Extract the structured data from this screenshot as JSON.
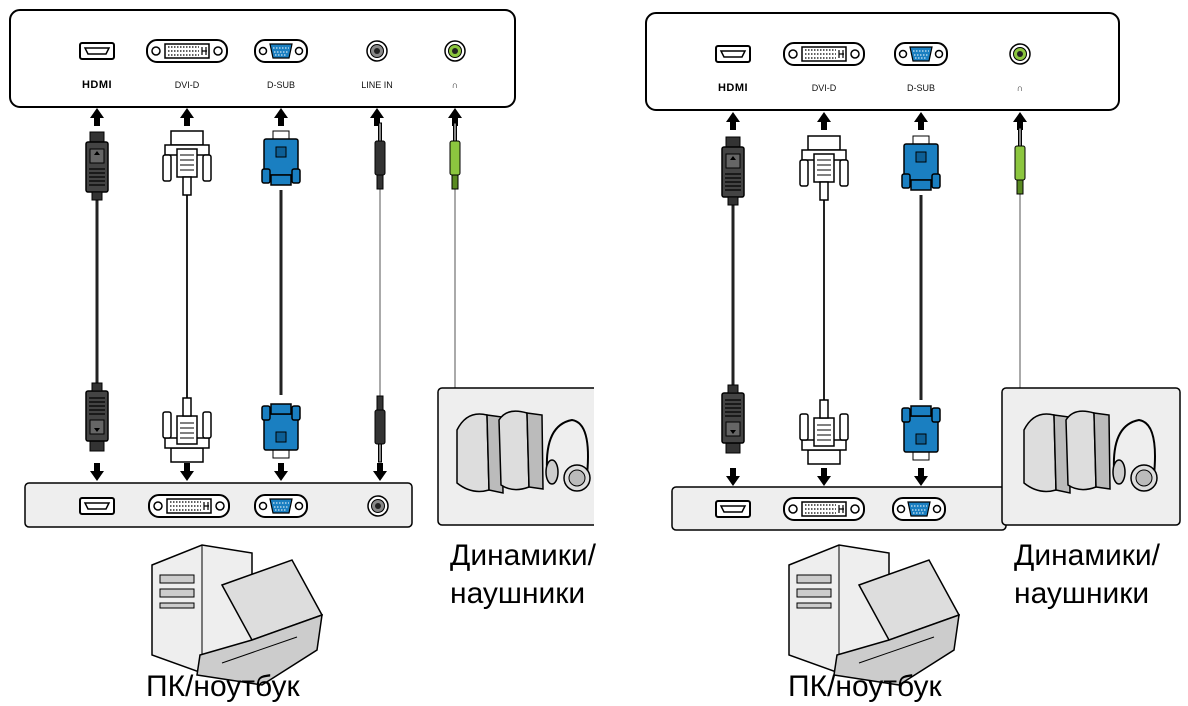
{
  "left": {
    "monitor_ports": [
      {
        "id": "hdmi",
        "label": "HDMI"
      },
      {
        "id": "dvi",
        "label": "DVI-D"
      },
      {
        "id": "dsub",
        "label": "D-SUB"
      },
      {
        "id": "linein",
        "label": "LINE IN"
      },
      {
        "id": "headphone",
        "label": "∩"
      }
    ],
    "speakers_label": "Динамики/\nнаушники",
    "pc_label": "ПК/ноутбук"
  },
  "right": {
    "monitor_ports": [
      {
        "id": "hdmi",
        "label": "HDMI"
      },
      {
        "id": "dvi",
        "label": "DVI-D"
      },
      {
        "id": "dsub",
        "label": "D-SUB"
      },
      {
        "id": "headphone",
        "label": "∩"
      }
    ],
    "speakers_label": "Динамики/\nнаушники",
    "pc_label": "ПК/ноутбук"
  },
  "colors": {
    "hdmi_cable": "#333333",
    "dsub_cable": "#1a7fc1",
    "audio_tip": "#8cc63f",
    "panel_fill": "#eeeeee"
  }
}
